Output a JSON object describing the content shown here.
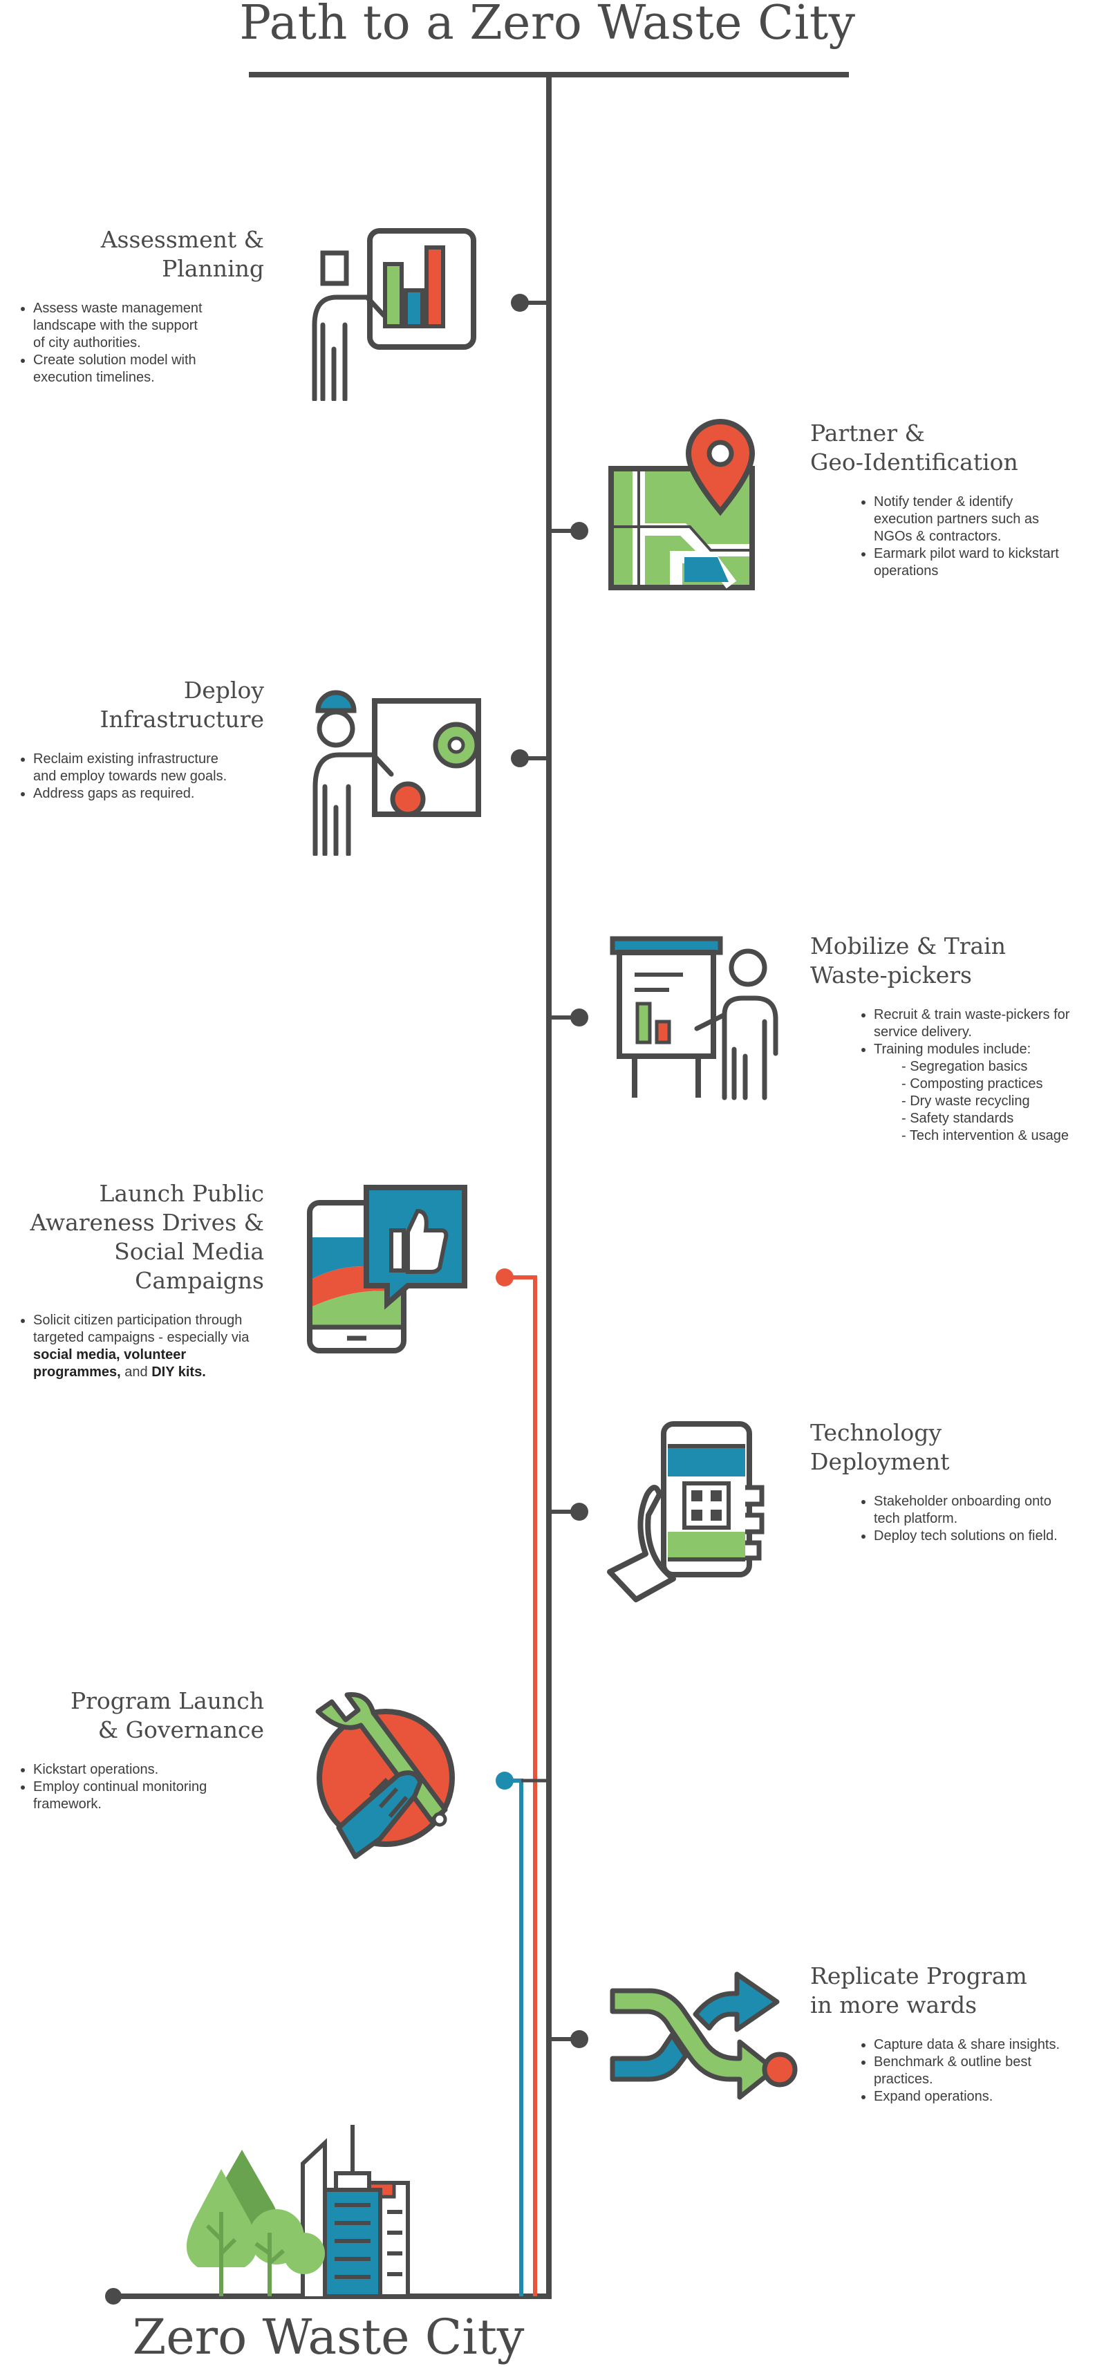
{
  "title": "Path to a Zero Waste City",
  "footer_title": "Zero Waste City",
  "colors": {
    "line": "#4a4a4a",
    "red": "#e9553a",
    "blue": "#1d8cae",
    "green": "#8bc66a",
    "dark_green": "#6aa34f"
  },
  "steps": [
    {
      "title_lines": [
        "Assessment &",
        "Planning"
      ],
      "bullets": [
        "Assess waste management landscape with the support of city authorities.",
        "Create solution model with execution timelines."
      ],
      "icon": "presentation-chart-icon"
    },
    {
      "title_lines": [
        "Partner &",
        "Geo-Identification"
      ],
      "bullets": [
        "Notify tender & identify execution partners such as NGOs & contractors.",
        "Earmark pilot ward to kickstart operations"
      ],
      "icon": "map-pin-icon"
    },
    {
      "title_lines": [
        "Deploy",
        "Infrastructure"
      ],
      "bullets": [
        "Reclaim existing infrastructure and employ towards new goals.",
        "Address gaps as required."
      ],
      "icon": "engineer-gears-icon"
    },
    {
      "title_lines": [
        "Mobilize & Train",
        "Waste-pickers"
      ],
      "bullets": [
        "Recruit & train waste-pickers for service delivery.",
        "Training modules include:"
      ],
      "sub_items": [
        "- Segregation basics",
        "- Composting practices",
        "- Dry waste recycling",
        "- Safety standards",
        "- Tech intervention & usage"
      ],
      "icon": "trainer-board-icon"
    },
    {
      "title_lines": [
        "Launch Public",
        "Awareness Drives &",
        "Social Media Campaigns"
      ],
      "bullet_plain": "Solicit citizen participation through targeted campaigns - especially via ",
      "bullet_bold_1": "social media, volunteer programmes,",
      "bullet_and": " and ",
      "bullet_bold_2": "DIY kits.",
      "icon": "phone-thumbs-up-icon"
    },
    {
      "title_lines": [
        "Technology",
        "Deployment"
      ],
      "bullets": [
        "Stakeholder onboarding onto tech platform.",
        "Deploy tech solutions on field."
      ],
      "icon": "hand-phone-qr-icon"
    },
    {
      "title_lines": [
        "Program Launch",
        "& Governance"
      ],
      "bullets": [
        "Kickstart operations.",
        "Employ continual monitoring framework."
      ],
      "icon": "wrench-hand-icon"
    },
    {
      "title_lines": [
        "Replicate Program",
        "in more wards"
      ],
      "bullets": [
        "Capture data & share insights.",
        "Benchmark & outline best practices.",
        "Expand operations."
      ],
      "icon": "crossing-arrows-icon"
    }
  ]
}
